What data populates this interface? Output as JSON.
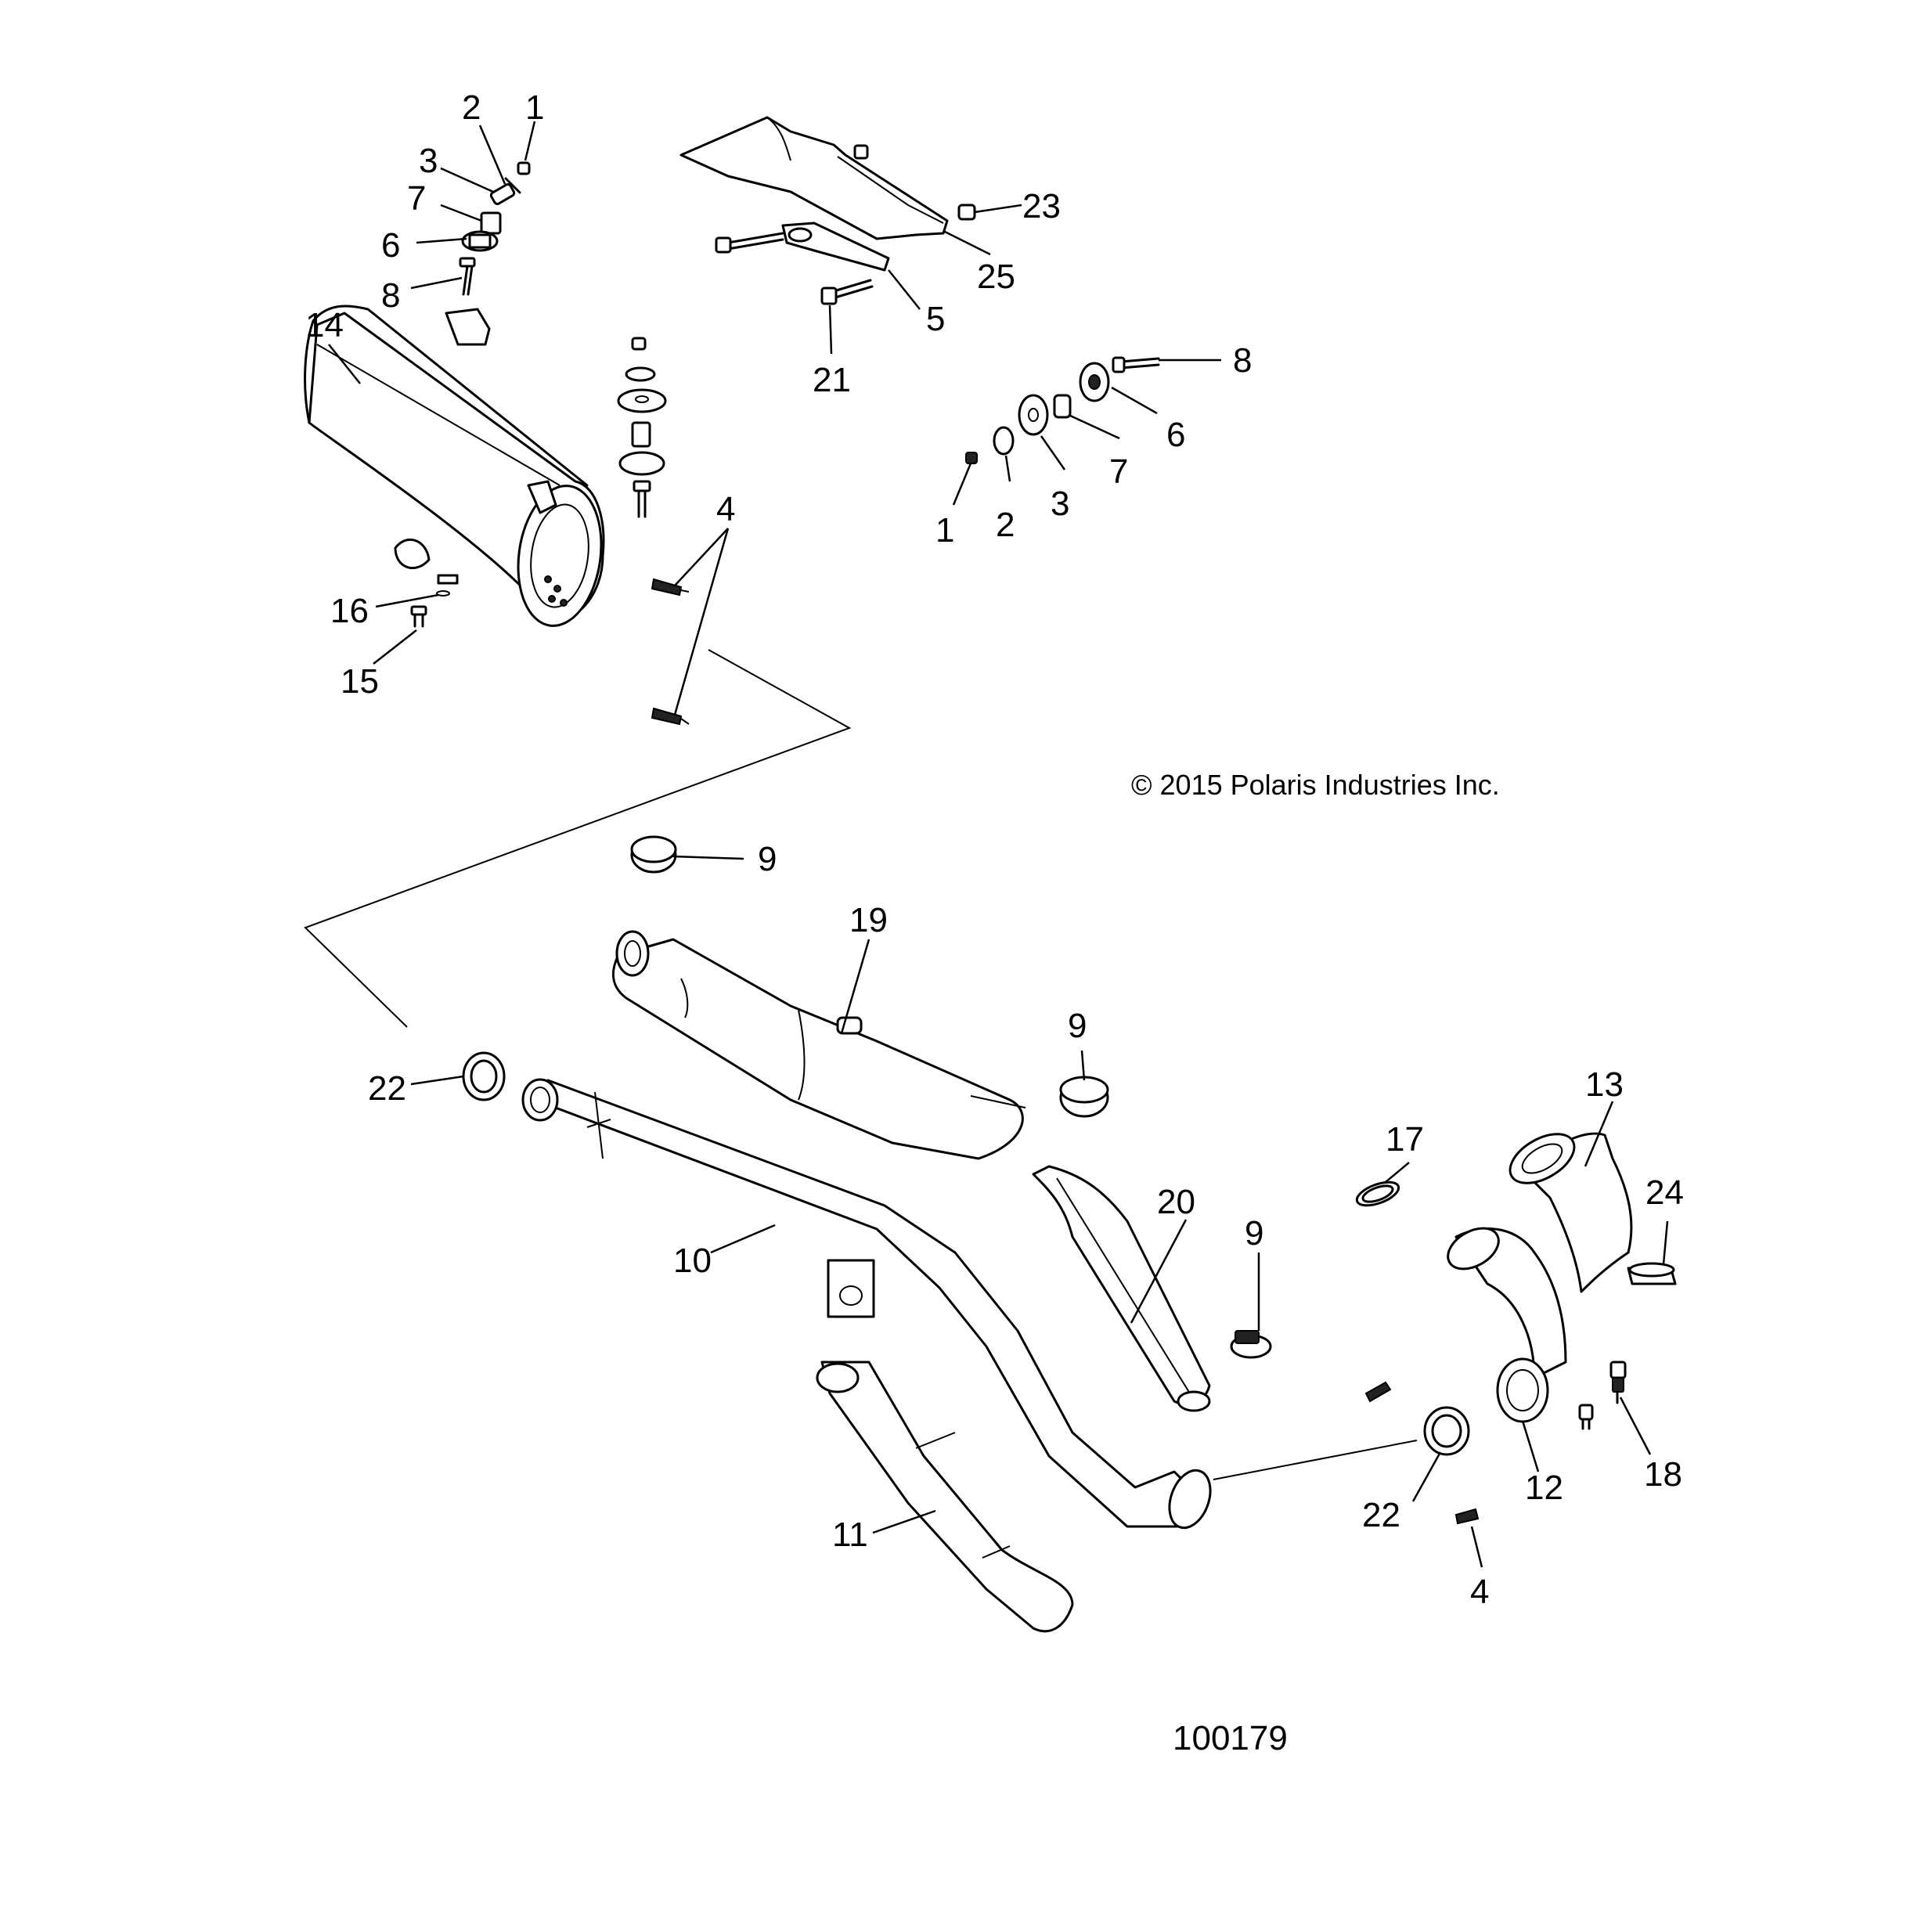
{
  "callouts": [
    "1",
    "2",
    "3",
    "7",
    "6",
    "8",
    "14",
    "23",
    "25",
    "5",
    "21",
    "8",
    "6",
    "7",
    "3",
    "2",
    "1",
    "4",
    "16",
    "15",
    "9",
    "19",
    "9",
    "22",
    "10",
    "20",
    "9",
    "17",
    "13",
    "24",
    "11",
    "22",
    "12",
    "18",
    "4"
  ],
  "copyright": "© 2015 Polaris Industries Inc.",
  "figure_number": "100179"
}
